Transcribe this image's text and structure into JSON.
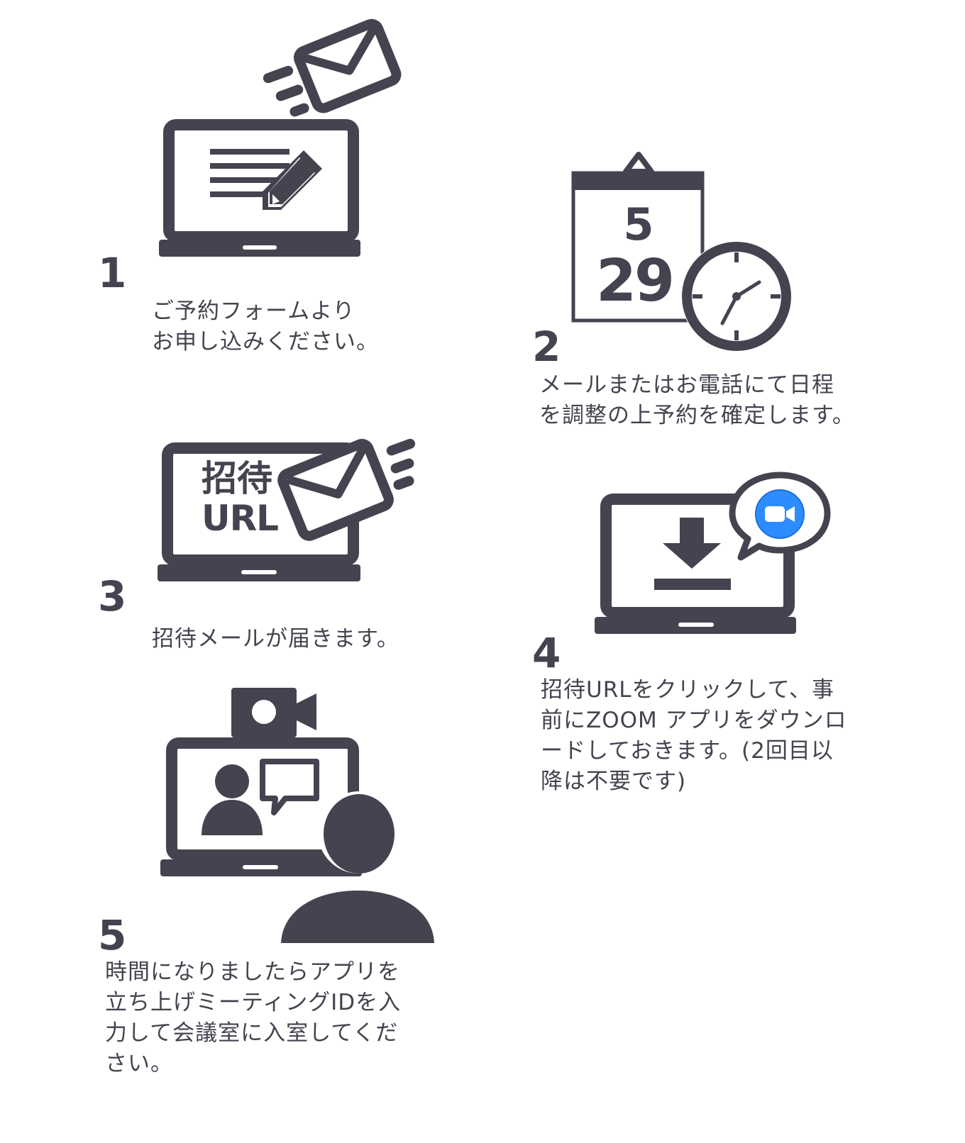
{
  "colors": {
    "icon": "#45434f",
    "zoom_blue": "#2d8cff",
    "background": "#ffffff"
  },
  "steps": [
    {
      "number": "1",
      "lines": [
        "ご予約フォームより",
        "お申し込みください。"
      ]
    },
    {
      "number": "2",
      "lines": [
        "メールまたはお電話にて日程",
        "を調整の上予約を確定します。"
      ]
    },
    {
      "number": "3",
      "lines": [
        "招待メールが届きます。"
      ]
    },
    {
      "number": "4",
      "lines": [
        "招待URLをクリックして、事",
        "前にZOOM アプリをダウンロ",
        "ードしておきます。(2回目以",
        "降は不要です)"
      ]
    },
    {
      "number": "5",
      "lines": [
        "時間になりましたらアプリを",
        "立ち上げミーティングIDを入",
        "力して会議室に入室してくだ",
        "さい。"
      ]
    }
  ],
  "icons": {
    "step1": [
      "laptop-icon",
      "form-lines-icon",
      "pencil-icon",
      "flying-envelope-icon"
    ],
    "step2": {
      "names": [
        "calendar-icon",
        "clock-icon"
      ],
      "calendar_month": "5",
      "calendar_day": "29"
    },
    "step3": {
      "names": [
        "laptop-icon",
        "flying-envelope-icon"
      ],
      "screen_line1": "招待",
      "screen_line2": "URL"
    },
    "step4": [
      "laptop-icon",
      "download-icon",
      "speech-bubble-icon",
      "zoom-camera-icon"
    ],
    "step5": [
      "webcam-icon",
      "laptop-icon",
      "person-icon",
      "chat-bubble-icon",
      "participant-icon"
    ]
  }
}
